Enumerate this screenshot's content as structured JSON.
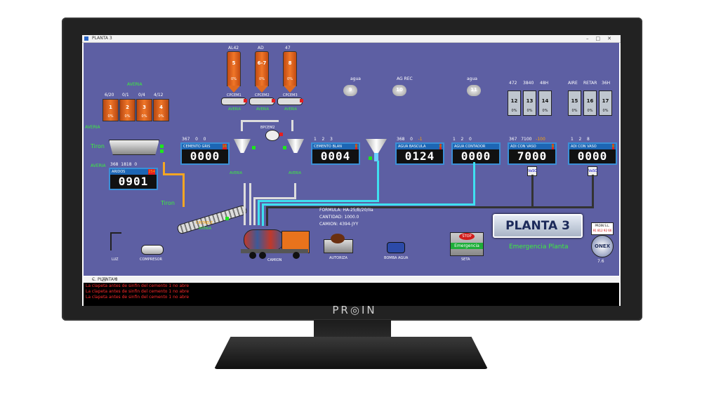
{
  "window": {
    "title": "PLANTA 3",
    "messages_title": "C. PLANTA 3"
  },
  "brand": "PR◎IN",
  "aggregate_hoppers": {
    "labels": [
      "6/20",
      "0/1",
      "0/4",
      "4/12"
    ],
    "numbers": [
      "1",
      "2",
      "3",
      "4"
    ],
    "percent": [
      "0%",
      "0%",
      "0%",
      "0%"
    ],
    "status": "AVERIA"
  },
  "cement_silos": [
    {
      "top": "AL42",
      "num": "5",
      "pct": "0%",
      "name": "CPCEM1"
    },
    {
      "top": "AD",
      "num": "6-7",
      "pct": "0%",
      "name": "CPCEM2"
    },
    {
      "top": "47",
      "num": "8",
      "pct": "0%",
      "name": "CPCEM3"
    }
  ],
  "water_valves": [
    {
      "label": "agua",
      "num": "9"
    },
    {
      "label": "AG REC",
      "num": "10"
    },
    {
      "label": "agua",
      "num": "11"
    }
  ],
  "additive_tanks_1": {
    "labels": [
      "472",
      "3840",
      "48H"
    ],
    "nums": [
      "12",
      "13",
      "14"
    ],
    "pct": [
      "0%",
      "0%",
      "0%"
    ]
  },
  "additive_tanks_2": {
    "labels": [
      "AIRE",
      "RETAR",
      "36H"
    ],
    "nums": [
      "15",
      "16",
      "17"
    ],
    "pct": [
      "0%",
      "0%",
      "0%"
    ]
  },
  "displays": {
    "cemento_gris": {
      "header": "CEMENTO GRIS",
      "right": "16",
      "top": [
        "367",
        "0",
        "0"
      ],
      "value": "0000"
    },
    "cemento_blan": {
      "header": "CEMENTO BLAN",
      "right": "0",
      "top": [
        "1",
        "2",
        "3"
      ],
      "value": "0004"
    },
    "agua_bascula": {
      "header": "AGUA BASCULA",
      "right": "0",
      "top": [
        "368",
        "0",
        "-1"
      ],
      "value": "0124"
    },
    "agua_contador": {
      "header": "AGUA CONTADOR",
      "right": "",
      "top": [
        "1",
        "2",
        "0"
      ],
      "value": "0000"
    },
    "adi_con_vaso_1": {
      "header": "ADI CON VASO",
      "right": "0",
      "top": [
        "367",
        "7100",
        "-100"
      ],
      "value": "7000"
    },
    "adi_con_vaso_2": {
      "header": "ADI CON VASO",
      "right": "0",
      "top": [
        "1",
        "2",
        "8"
      ],
      "value": "0000"
    },
    "aridos": {
      "header": "ARIDOS",
      "right": "254",
      "top": [
        "368",
        "1818",
        "0"
      ],
      "value": "0901"
    }
  },
  "labels": {
    "averia": "AVERIA",
    "tiron": "Tiron",
    "bpcem2": "BPCEM2",
    "cintaele": "CINTAELE",
    "camion": "CAMION",
    "autoriza": "AUTORIZA",
    "bomba_agua": "BOMBA AGUA",
    "seta": "SETA",
    "luz": "LUZ",
    "compresor": "COMPRESOR",
    "stop": "STOP",
    "emergencia": "Emergencia",
    "vaso": "VaSO"
  },
  "formula": {
    "formula": "FORMULA: HA-25/B/20/IIa",
    "cantidad": "CANTIDAD: 1000.0",
    "camion": "CAMION: 4394-JYY"
  },
  "planta_title": "PLANTA 3",
  "emergencia_planta": "Emergencia Planta",
  "logo": {
    "company": "PROIN S.L.",
    "phone": "91 812 92 66",
    "product": "ONEX",
    "version": "7.6"
  },
  "messages": [
    "La clapeta antes de sinfin del cemento 1 no abre",
    "La clapeta antes de sinfin del cemento 1 no abre",
    "La clapeta antes de sinfin del cemento 1 no abre"
  ]
}
